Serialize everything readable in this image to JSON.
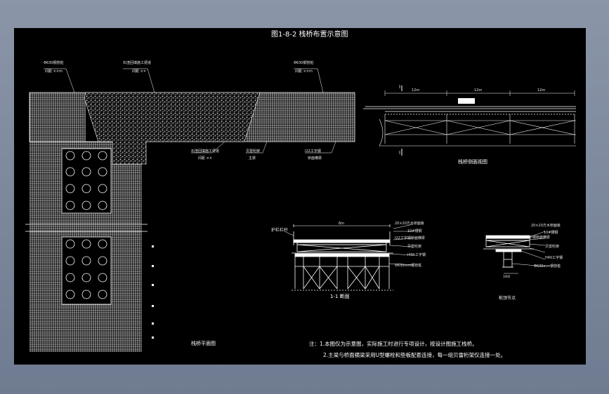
{
  "drawing": {
    "title": "图1-8-2 栈桥布置示意图",
    "plan_caption": "栈桥平面图",
    "side_caption": "栈桥侧面视图",
    "section_caption": "1-1 断面",
    "detail_caption": "桩顶节点",
    "notes": [
      "注：1.本图仅为示意图，实际施工时进行专项设计，按设计图施工栈桥。",
      "2.主梁与桥面横梁采用U型螺栓和垫板配套连接，每一组贝雷桁架仅连接一处。"
    ]
  },
  "plan_labels": {
    "top_left": "Φ630钢管桩",
    "top_left_sub": "间距 ××m",
    "top_mid": "石渣回填施工便道",
    "top_mid_sub": "间距 ××",
    "top_right": "Φ630钢管桩",
    "top_right_sub": "间距 ××m",
    "bot_mid": "石渣回填施工便道",
    "bot_mid_sub": "间距 ××",
    "bot_r1": "贝雷桁架",
    "bot_r1_sub": "主梁",
    "bot_r2": "I22工字钢",
    "bot_r2_sub": "桥面横梁"
  },
  "side_view": {
    "span1": "12m",
    "span2": "12m",
    "span3": "12m",
    "mark": "I"
  },
  "section_labels": {
    "width": "6m",
    "guardrail": "护栏栏杆",
    "deck": "20×20方木桥面板",
    "sleeper": "10#槽钢",
    "crossbeam": "I22工字钢桥面横梁",
    "truss": "贝雷桁架",
    "pile_beam": "I40b工字钢",
    "pile": "Φ630mm钢管桩"
  },
  "detail_labels": {
    "deck": "20×20方木桥面板",
    "sleeper": "10#槽钢",
    "crossbeam": "I22工字钢桥面横梁",
    "truss": "贝雷桁架",
    "pile_beam": "H40工字钢",
    "pile": "Φ630mm钢管桩",
    "dim": "1000"
  }
}
